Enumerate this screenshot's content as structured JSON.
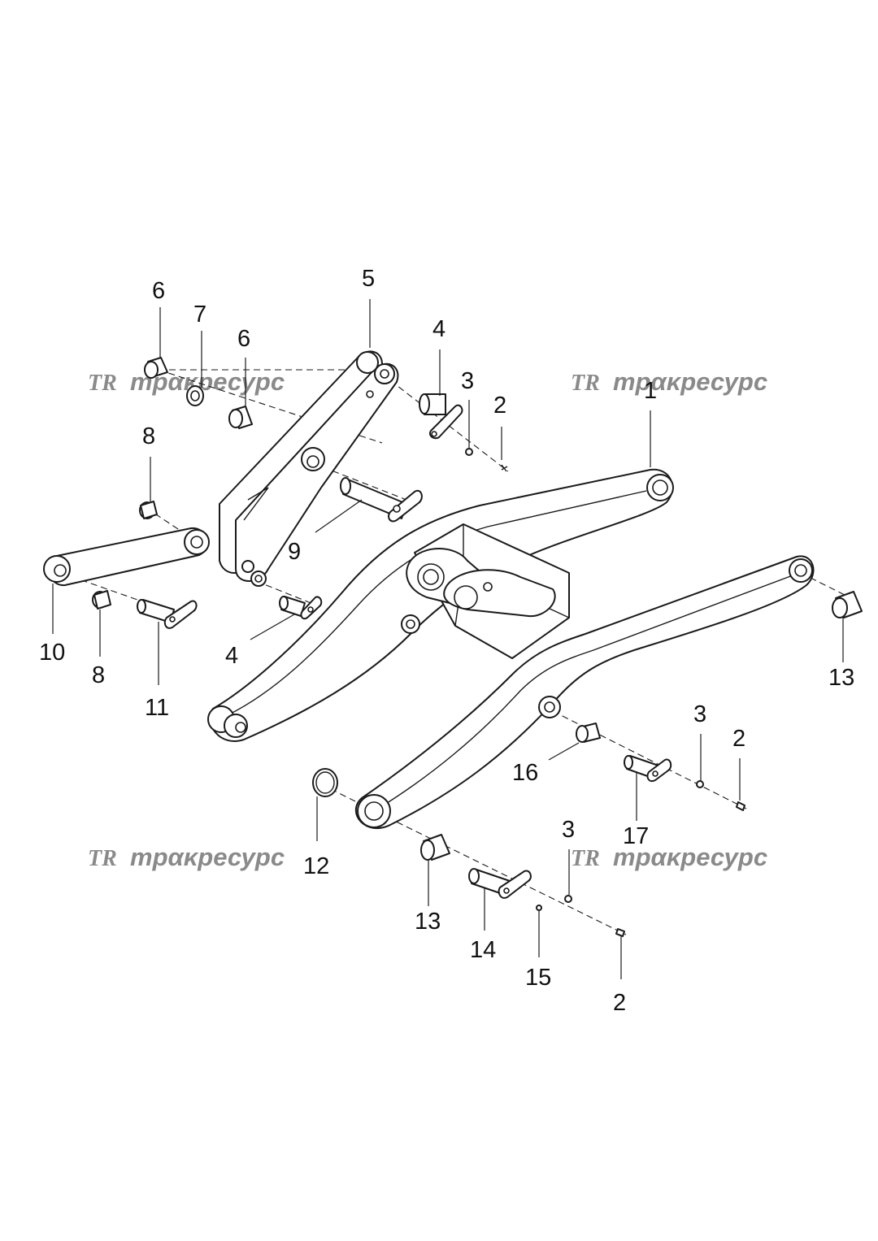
{
  "watermark": {
    "text": "трακресурс",
    "logo": "TR",
    "color": "#8a8a8a"
  },
  "callouts": {
    "c1": "1",
    "c2a": "2",
    "c2b": "2",
    "c2c": "2",
    "c3a": "3",
    "c3b": "3",
    "c3c": "3",
    "c4a": "4",
    "c4b": "4",
    "c5": "5",
    "c6a": "6",
    "c6b": "6",
    "c7": "7",
    "c8a": "8",
    "c8b": "8",
    "c9": "9",
    "c10": "10",
    "c11": "11",
    "c12": "12",
    "c13a": "13",
    "c13b": "13",
    "c14": "14",
    "c15": "15",
    "c16": "16",
    "c17": "17"
  }
}
